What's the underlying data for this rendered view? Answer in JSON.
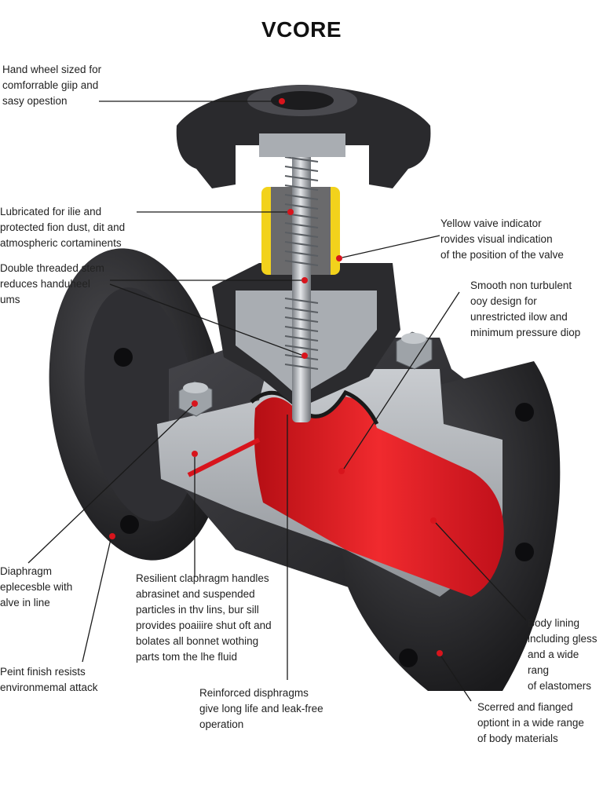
{
  "title": "VCORE",
  "colors": {
    "body": "#2b2b2d",
    "lining": "#d8141c",
    "indicator": "#f2d21c",
    "leader_dot": "#d8141c",
    "steel": "#b8bcc2"
  },
  "callouts": [
    {
      "id": "hand-wheel",
      "text": "Hand wheel sized for\ncomforrable giip and\nsasy opestion"
    },
    {
      "id": "lubricated",
      "text": "Lubricated for ilie and\nprotected fion dust, dit and\natmospheric cortaminents"
    },
    {
      "id": "double-threaded",
      "text": "Double threaded stem\nreduces handuheel\nums"
    },
    {
      "id": "yellow-indicator",
      "text": "Yellow vaive indicator\nrovides visual indication\nof the position of the valve"
    },
    {
      "id": "smooth-body",
      "text": "Smooth non turbulent\nooy design for\nunrestricted ilow and\nminimum pressure diop"
    },
    {
      "id": "diaphragm-replace",
      "text": "Diaphragm\neplecesble with\nalve in line"
    },
    {
      "id": "resilient",
      "text": "Resilient claphragm handles\nabrasinet and suspended\nparticles in thv lins, bur sill\nprovides poaiiire shut oft and\nbolates all bonnet wothing\nparts tom the lhe fluid"
    },
    {
      "id": "body-lining",
      "text": "Body lining\nincluding gless\nand a wide rang\nof elastomers"
    },
    {
      "id": "paint-finish",
      "text": "Peint finish resists\nenvironmemal attack"
    },
    {
      "id": "reinforced",
      "text": "Reinforced disphragms\ngive long life and leak-free\noperation"
    },
    {
      "id": "screwed-flanged",
      "text": "Scerred and fianged\noptiont in a wide range\nof body materials"
    }
  ]
}
